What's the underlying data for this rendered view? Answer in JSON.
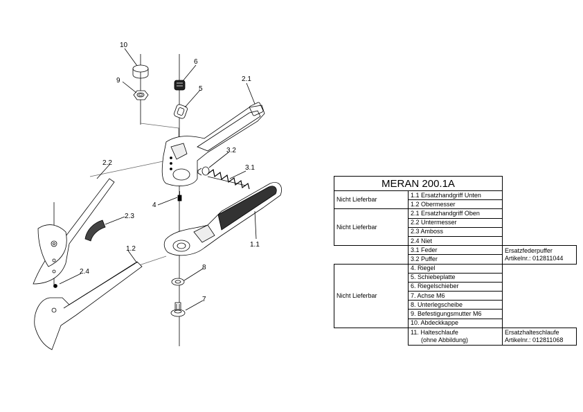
{
  "diagram": {
    "callouts": [
      "10",
      "9",
      "6",
      "5",
      "2.1",
      "3.2",
      "3.1",
      "2.2",
      "4",
      "2.3",
      "1.2",
      "2.4",
      "8",
      "7",
      "1.1"
    ]
  },
  "table": {
    "title": "MERAN 200.1A",
    "groups": [
      {
        "status": "Nicht Lieferbar",
        "items": [
          "1.1 Ersatzhandgriff Unten",
          "1.2 Obermesser"
        ]
      },
      {
        "status": "Nicht Lieferbar",
        "items": [
          "2.1 Ersatzhandgriff Oben",
          "2.2 Untermesser",
          "2.3 Amboss",
          "2.4 Niet"
        ]
      },
      {
        "status": "",
        "items": [
          "3.1 Feder",
          "3.2 Puffer"
        ],
        "note": [
          "Ersatzfederpuffer",
          "Artikelnr.: 012811044"
        ]
      },
      {
        "status": "Nicht Lieferbar",
        "items": [
          "4.    Riegel",
          "5.   Schiebeplatte",
          "6.   Riegelschieber",
          "7.   Achse M6",
          "8.   Unterlegscheibe",
          "9.   Befestigungsmutter M6",
          "10. Abdeckkappe"
        ]
      },
      {
        "status": "",
        "items": [
          [
            "11. Halteschlaufe",
            "      (ohne Abbildung)"
          ]
        ],
        "note": [
          "Ersatzhalteschlaufe",
          "Artikelnr.: 012811068"
        ]
      }
    ]
  }
}
